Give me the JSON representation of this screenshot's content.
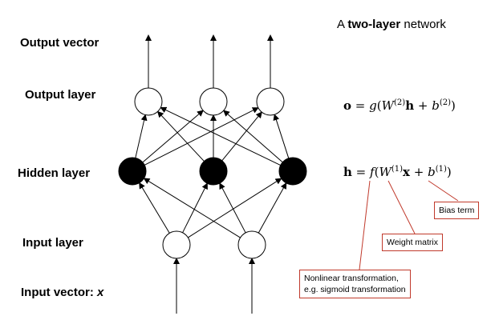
{
  "title": {
    "prefix": "A ",
    "bold": "two-layer",
    "suffix": " network"
  },
  "layer_labels": {
    "output_vector": "Output vector",
    "output_layer": "Output layer",
    "hidden_layer": "Hidden layer",
    "input_layer": "Input layer",
    "input_vector_prefix": "Input vector: ",
    "input_vector_var": "x"
  },
  "equations": {
    "output": {
      "lhs": "o",
      "eq": " = ",
      "func": "g",
      "open": "(",
      "W": "W",
      "W_sup": "(2)",
      "var": "h",
      "plus": " + ",
      "b": "b",
      "b_sup": "(2)",
      "close": ")"
    },
    "hidden": {
      "lhs": "h",
      "eq": " = ",
      "func": "f",
      "open": "(",
      "W": "W",
      "W_sup": "(1)",
      "var": "x",
      "plus": " + ",
      "b": "b",
      "b_sup": "(1)",
      "close": ")"
    }
  },
  "callouts": {
    "bias": "Bias term",
    "weight": "Weight matrix",
    "nonlinear_line1": "Nonlinear transformation,",
    "nonlinear_line2": "e.g. sigmoid transformation"
  },
  "colors": {
    "callout_border": "#c0392b",
    "hidden_node_fill": "#000000",
    "edge": "#000000"
  }
}
